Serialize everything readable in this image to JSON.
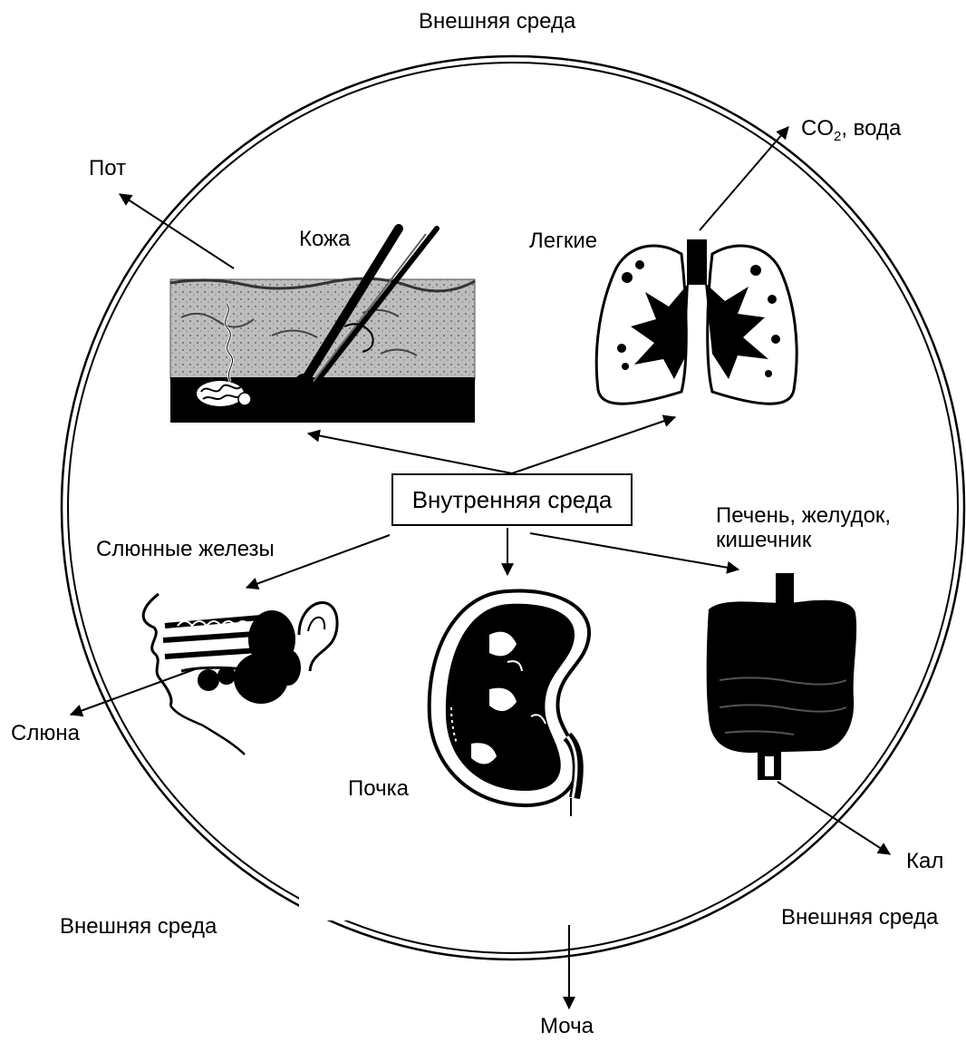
{
  "title": "Внешняя среда",
  "center": "Внутренняя среда",
  "organs": {
    "skin": "Кожа",
    "lungs": "Легкие",
    "salivary": "Слюнные железы",
    "kidney": "Почка",
    "digestive_line1": "Печень, желудок,",
    "digestive_line2": "кишечник"
  },
  "outputs": {
    "sweat": "Пот",
    "co2_prefix": "CO",
    "co2_sub": "2",
    "co2_suffix": ", вода",
    "saliva": "Слюна",
    "urine": "Моча",
    "feces": "Кал"
  },
  "environment_labels": {
    "left": "Внешняя среда",
    "right": "Внешняя среда"
  },
  "colors": {
    "ink": "#000000",
    "paper": "#ffffff",
    "skin_fill": "#b8b8b8"
  }
}
